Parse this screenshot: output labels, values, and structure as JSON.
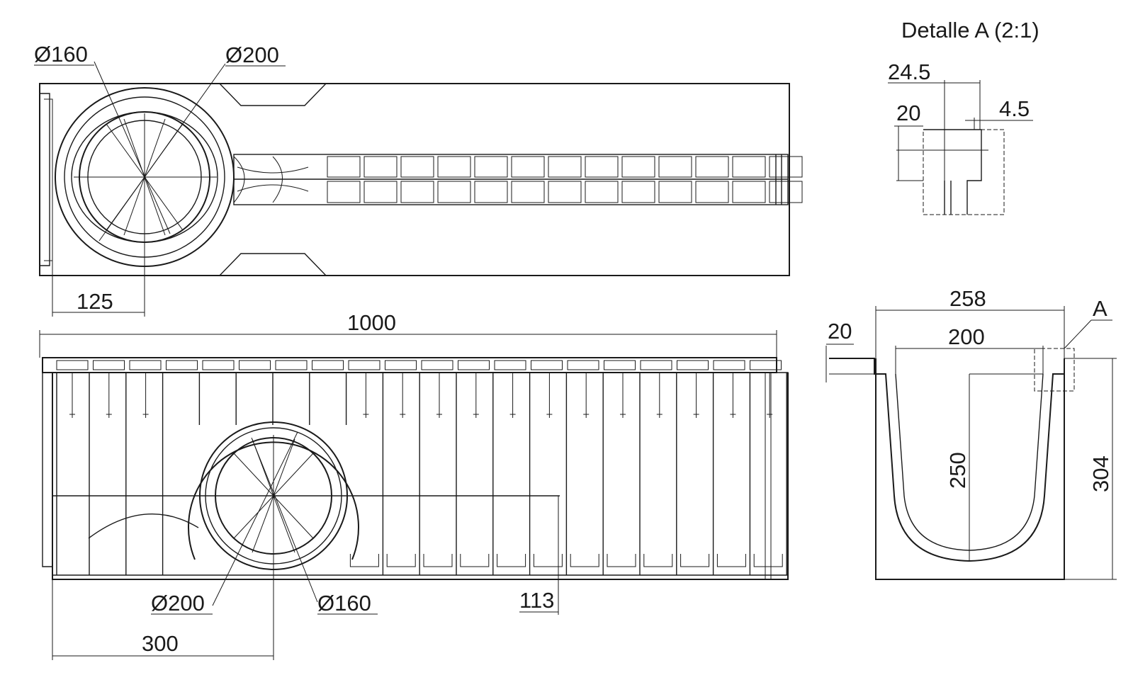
{
  "title": "Detalle A (2:1)",
  "top_view": {
    "dim_dia_small": "Ø160",
    "dim_dia_large": "Ø200",
    "dim_offset": "125"
  },
  "side_view": {
    "dim_length": "1000",
    "dim_dia_large": "Ø200",
    "dim_dia_small": "Ø160",
    "dim_height_outlet": "113",
    "dim_outlet_pos": "300"
  },
  "detail_a": {
    "dim_24_5": "24.5",
    "dim_20": "20",
    "dim_4_5": "4.5"
  },
  "section": {
    "dim_outer_width": "258",
    "dim_inner_width": "200",
    "dim_flange": "20",
    "dim_inner_depth": "250",
    "dim_outer_height": "304",
    "detail_marker": "A"
  }
}
